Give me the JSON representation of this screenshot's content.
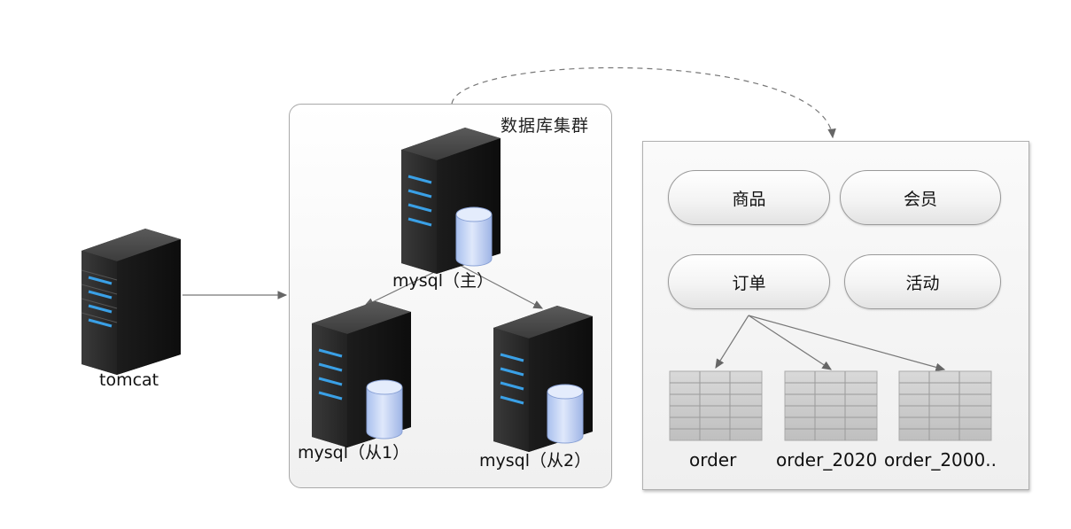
{
  "cluster": {
    "title": "数据库集群"
  },
  "servers": {
    "tomcat": {
      "label": "tomcat"
    },
    "master": {
      "label": "mysql（主）"
    },
    "slave1": {
      "label": "mysql（从1）"
    },
    "slave2": {
      "label": "mysql（从2）"
    }
  },
  "modules": {
    "goods": "商品",
    "member": "会员",
    "order": "订单",
    "activity": "活动"
  },
  "tables": [
    "order",
    "order_2020",
    "order_2000.."
  ],
  "colors": {
    "server_body": "#2b2b2b",
    "server_slot": "#3aa0e6",
    "db_cylinder": "#b9cdf2",
    "arrow": "#666666"
  },
  "icons": [
    "server-icon",
    "database-icon",
    "table-grid-icon"
  ]
}
